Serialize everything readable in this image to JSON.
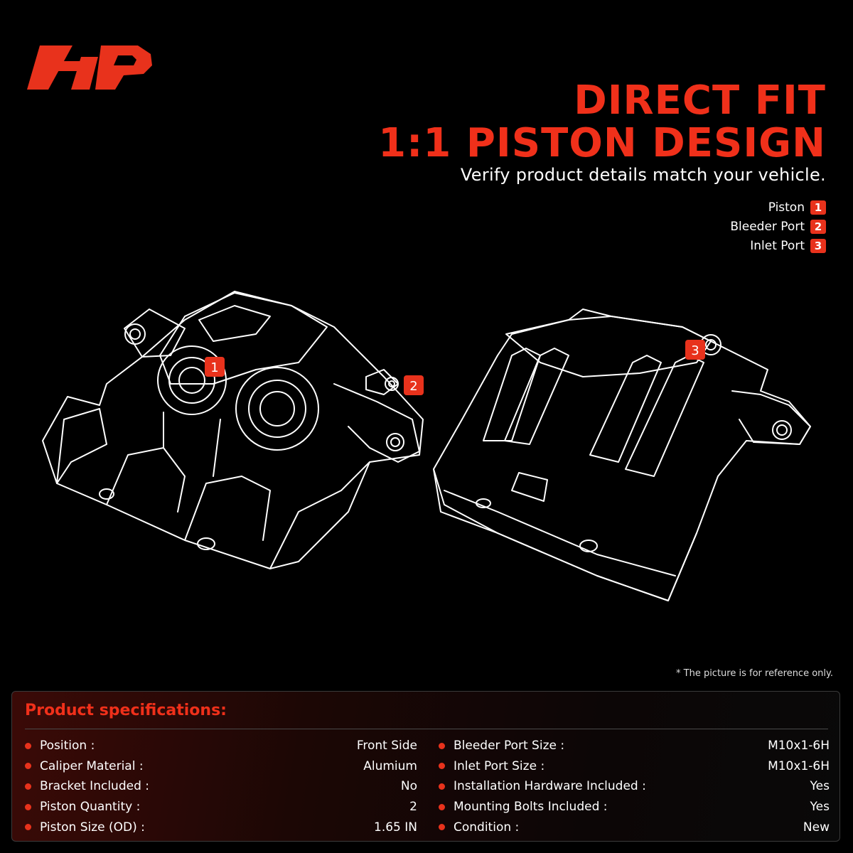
{
  "brand": {
    "logo_icon": "brand-logo-icon",
    "accent": "#e8321c"
  },
  "headline": {
    "line1": "DIRECT FIT",
    "line2": "1:1 PISTON DESIGN"
  },
  "subheadline": "Verify product details match your vehicle.",
  "legend": [
    {
      "label": "Piston",
      "num": "1"
    },
    {
      "label": "Bleeder Port",
      "num": "2"
    },
    {
      "label": "Inlet Port",
      "num": "3"
    }
  ],
  "callouts": {
    "front": [
      "1",
      "2"
    ],
    "back": [
      "3"
    ]
  },
  "note": "* The picture is for reference only.",
  "specs": {
    "title": "Product specifications:",
    "left": [
      {
        "label": "Position :",
        "value": "Front Side"
      },
      {
        "label": "Caliper Material :",
        "value": "Alumium"
      },
      {
        "label": "Bracket Included :",
        "value": "No"
      },
      {
        "label": "Piston Quantity :",
        "value": "2"
      },
      {
        "label": "Piston Size (OD) :",
        "value": "1.65 IN"
      }
    ],
    "right": [
      {
        "label": "Bleeder Port Size :",
        "value": "M10x1-6H"
      },
      {
        "label": "Inlet Port Size :",
        "value": "M10x1-6H"
      },
      {
        "label": "Installation Hardware Included :",
        "value": "Yes"
      },
      {
        "label": "Mounting Bolts Included :",
        "value": "Yes"
      },
      {
        "label": "Condition :",
        "value": "New"
      }
    ]
  }
}
